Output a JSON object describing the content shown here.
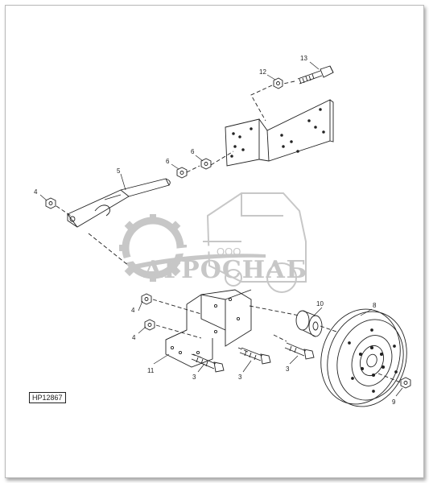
{
  "diagram": {
    "reference_code": "HP12867",
    "callouts": [
      "13",
      "12",
      "6",
      "6",
      "5",
      "4",
      "4",
      "4",
      "10",
      "8",
      "11",
      "3",
      "3",
      "3",
      "9"
    ]
  },
  "watermark": {
    "prefix": "ООО",
    "name": "АГРОСНАБ"
  }
}
